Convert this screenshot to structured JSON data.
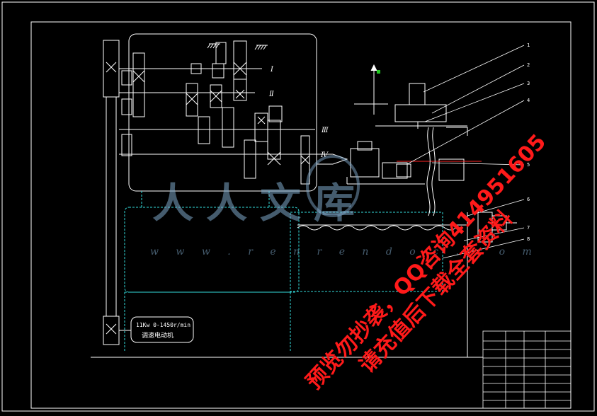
{
  "gear_labels": [
    "Ⅰ",
    "Ⅱ",
    "Ⅲ",
    "Ⅳ"
  ],
  "motor": {
    "spec": "11Kw 0-1450r/min",
    "name": "调速电动机"
  },
  "callouts": [
    "1",
    "2",
    "3",
    "4",
    "5",
    "6",
    "7",
    "8"
  ],
  "watermark": {
    "logo_text": "人人文库",
    "url": "w w w . r e n r e n d o c . c o m"
  },
  "stamp": {
    "line1": "预览勿抄袭，QQ咨询414951605",
    "line2": "请充值后下载全套资料"
  },
  "colors": {
    "background": "#000000",
    "frame": "#ffffff",
    "structure": "#33dddd",
    "stamp": "#ff1a1a",
    "axis_marker": "#22cc22"
  }
}
